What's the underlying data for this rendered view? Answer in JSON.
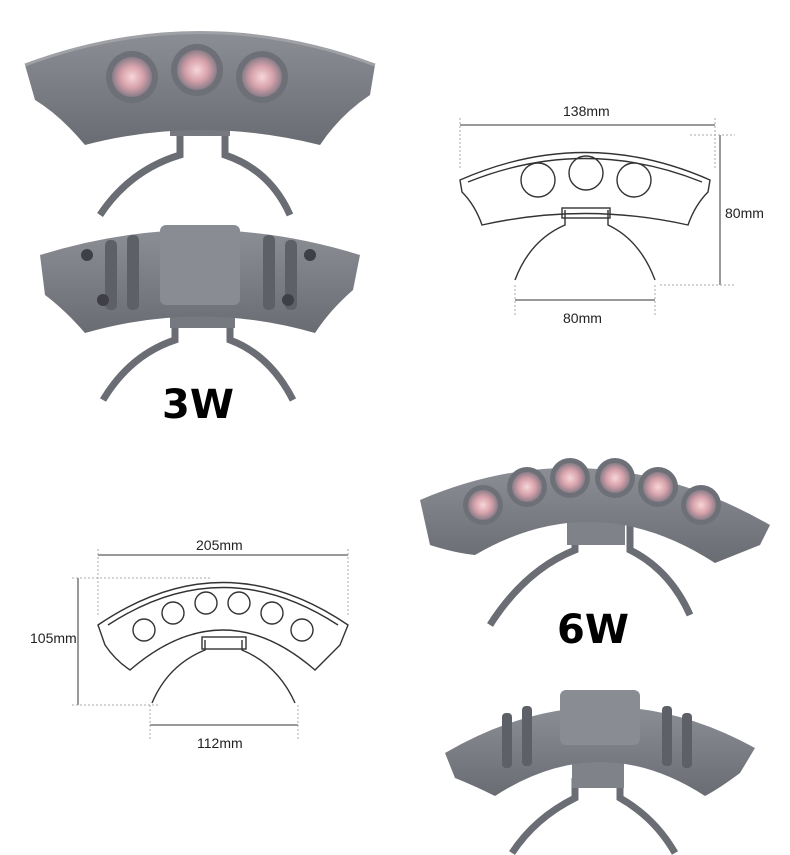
{
  "small_model": {
    "power_label": "3W",
    "width_dim": "138mm",
    "height_dim": "80mm",
    "bracket_dim": "80mm"
  },
  "large_model": {
    "power_label": "6W",
    "width_dim": "205mm",
    "height_dim": "105mm",
    "bracket_dim": "112mm"
  },
  "colors": {
    "housing": "#7d7f86",
    "housing_dark": "#5d5f66",
    "lens_glow": "#e9b6bc",
    "drawing_line": "#333333"
  }
}
